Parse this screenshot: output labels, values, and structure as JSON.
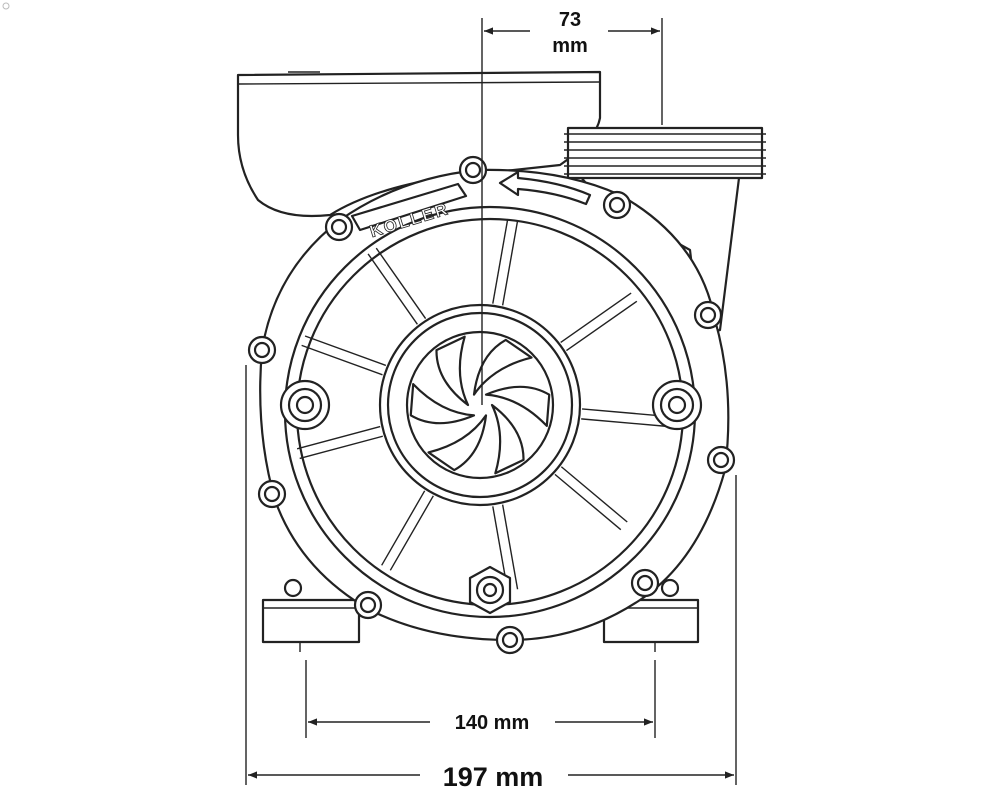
{
  "brand": "KOLLER",
  "dimensions": {
    "outlet_offset": {
      "value": "73",
      "unit": "mm"
    },
    "foot_spacing": "140 mm",
    "overall_width": "197 mm"
  }
}
